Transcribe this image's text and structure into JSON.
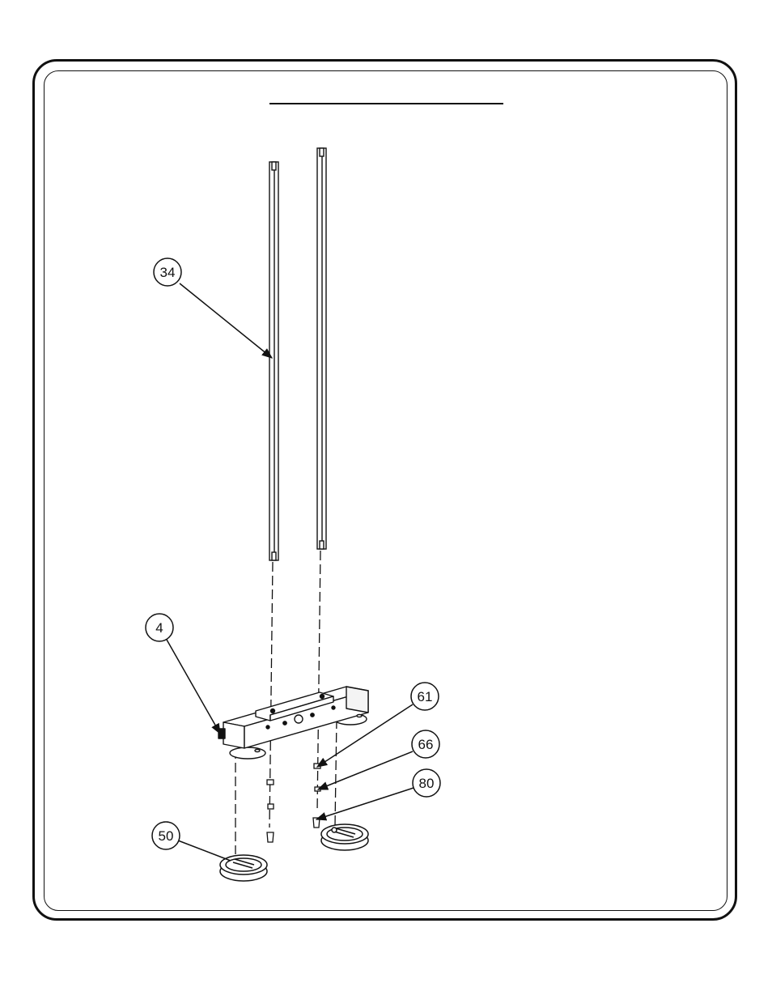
{
  "page": {
    "title": ""
  },
  "callouts": [
    {
      "id": "c34",
      "label": "34"
    },
    {
      "id": "c4",
      "label": "4"
    },
    {
      "id": "c61",
      "label": "61"
    },
    {
      "id": "c66",
      "label": "66"
    },
    {
      "id": "c80",
      "label": "80"
    },
    {
      "id": "c50",
      "label": "50"
    }
  ]
}
